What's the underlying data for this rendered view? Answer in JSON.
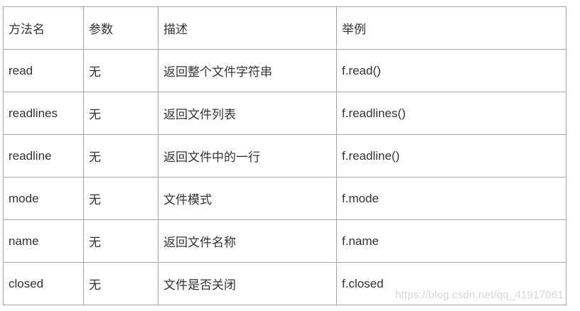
{
  "table": {
    "headers": [
      "方法名",
      "参数",
      "描述",
      "举例"
    ],
    "rows": [
      [
        "read",
        "无",
        "返回整个文件字符串",
        "f.read()"
      ],
      [
        "readlines",
        "无",
        "返回文件列表",
        "f.readlines()"
      ],
      [
        "readline",
        "无",
        "返回文件中的一行",
        "f.readline()"
      ],
      [
        "mode",
        "无",
        "文件模式",
        "f.mode"
      ],
      [
        "name",
        "无",
        "返回文件名称",
        "f.name"
      ],
      [
        "closed",
        "无",
        "文件是否关闭",
        "f.closed"
      ]
    ]
  },
  "watermark": {
    "text": "https://blog.csdn.net/qq_41917061"
  },
  "colors": {
    "border": "#a6a6a6",
    "text": "#333333",
    "watermark": "#d9d9d9",
    "background": "#ffffff"
  }
}
